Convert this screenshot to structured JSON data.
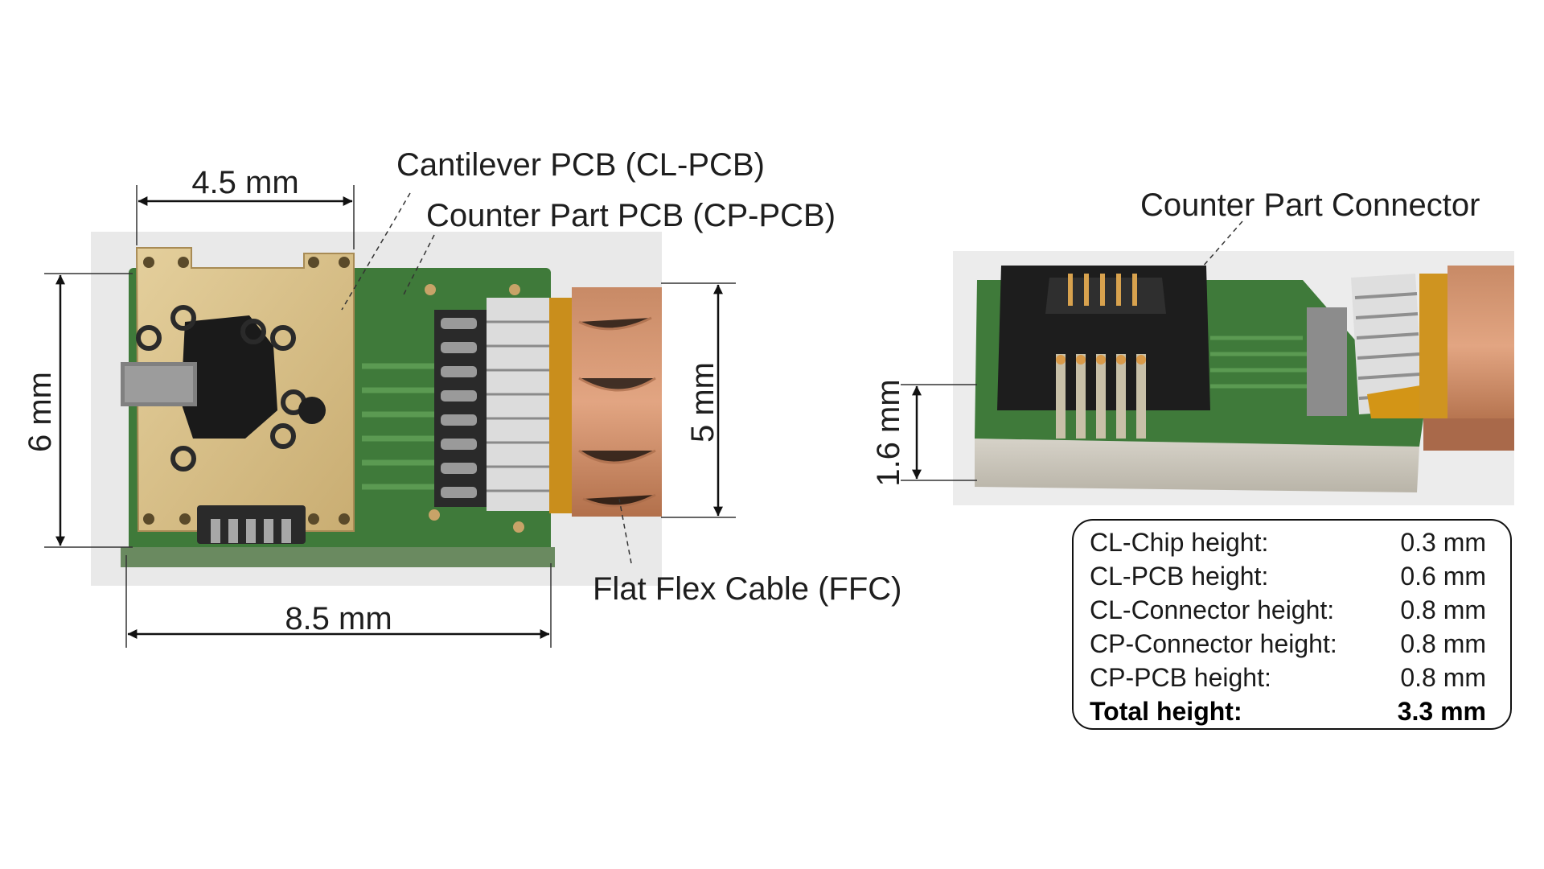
{
  "labels": {
    "cl_pcb": "Cantilever PCB (CL-PCB)",
    "cp_pcb": "Counter Part PCB (CP-PCB)",
    "ffc": "Flat Flex Cable (FFC)",
    "cp_connector": "Counter Part Connector"
  },
  "dimensions": {
    "width_top": "4.5 mm",
    "height_left": "6 mm",
    "height_right": "5 mm",
    "width_bottom": "8.5 mm",
    "side_height": "1.6 mm"
  },
  "spec_table": {
    "rows": [
      {
        "label": "CL-Chip height:",
        "value": "0.3 mm"
      },
      {
        "label": "CL-PCB height:",
        "value": "0.6 mm"
      },
      {
        "label": "CL-Connector height:",
        "value": "0.8 mm"
      },
      {
        "label": "CP-Connector height:",
        "value": "0.8 mm"
      },
      {
        "label": "CP-PCB height:",
        "value": "0.8 mm"
      }
    ],
    "total": {
      "label": "Total height:",
      "value": "3.3 mm"
    }
  },
  "colors": {
    "pcb_green": "#3f7a3a",
    "gold": "#d8c08a",
    "copper": "#c9845e",
    "connector_black": "#1f1f1f"
  }
}
